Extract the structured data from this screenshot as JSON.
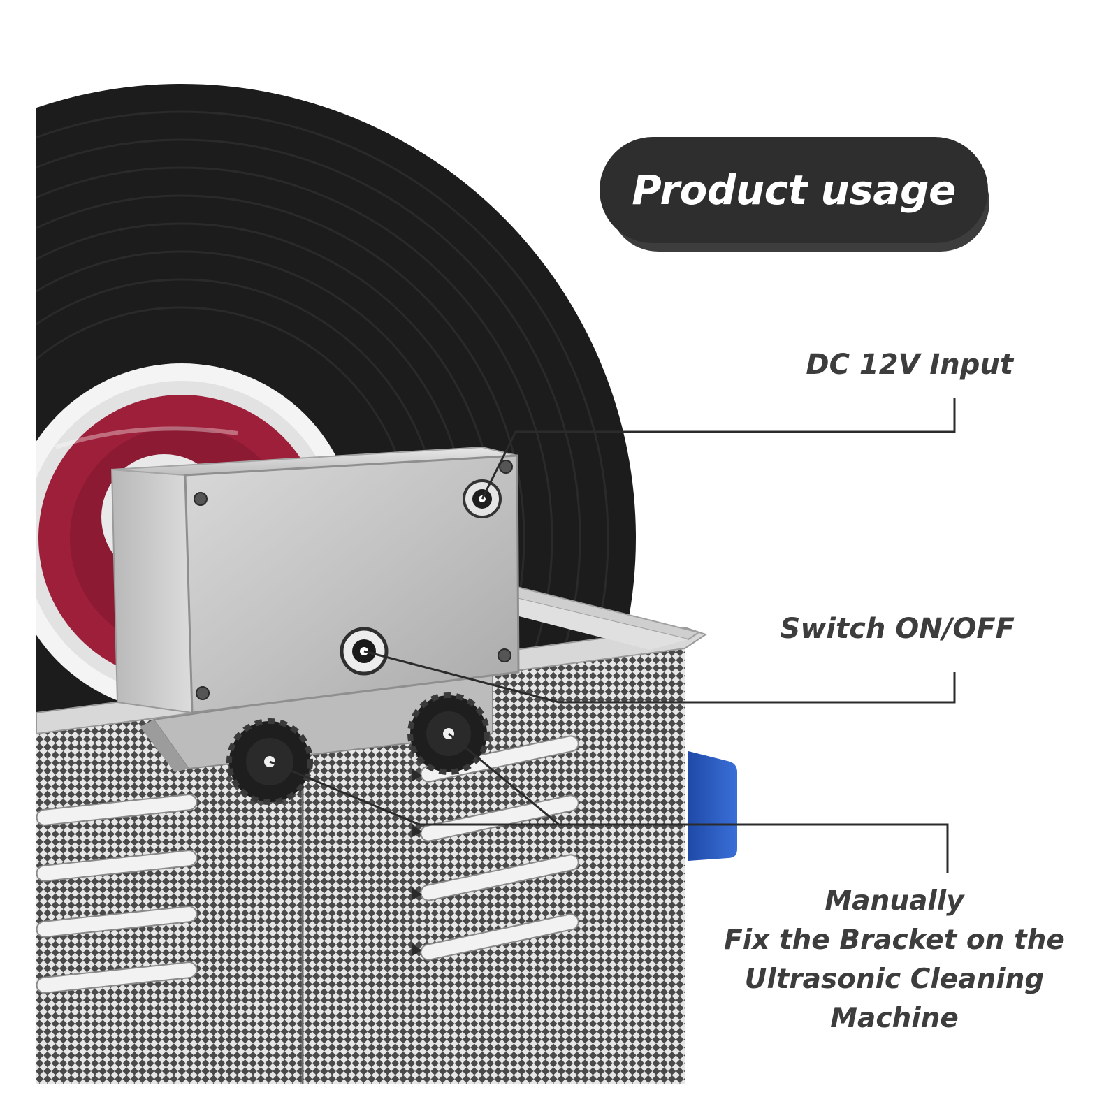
{
  "title": "Product usage",
  "labels": {
    "dc_input": "DC 12V Input",
    "switch": "Switch ON/OFF",
    "bracket_lines": [
      "Manually",
      "Fix the Bracket on the",
      "Ultrasonic Cleaning",
      "Machine"
    ]
  },
  "colors": {
    "background": "#ffffff",
    "title_pill": "#2e2e2e",
    "title_text": "#ffffff",
    "label_text": "#3d3d3d",
    "callout_line": "#2b2b2b",
    "record_black": "#1c1c1c",
    "record_label_red": "#9e1f3a",
    "metal_box": "#c4c4c4",
    "knob_black": "#1e1e1e",
    "side_tab_blue": "#2f5ec4"
  },
  "icons": {
    "record": "vinyl-record",
    "motor_box": "motor-housing",
    "power_jack": "dc-jack-icon",
    "switch": "power-switch-icon",
    "knobs": "thumb-screw-knob-icon"
  }
}
